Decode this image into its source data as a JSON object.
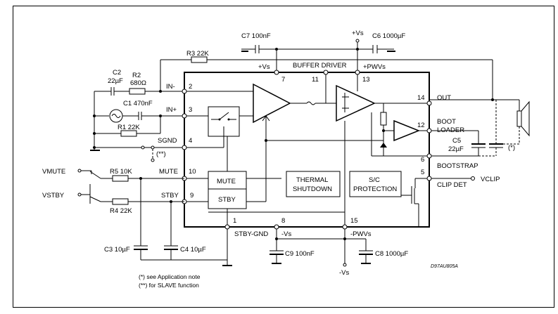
{
  "components": {
    "c7": "C7 100nF",
    "c6": "C6 1000µF",
    "vs_top": "+Vs",
    "r3": "R3 22K",
    "c2_name": "C2",
    "c2_val": "22µF",
    "r2_name": "R2",
    "r2_val": "680Ω",
    "c1": "C1 470nF",
    "r1": "R1 22K",
    "r5": "R5 10K",
    "r4": "R4 22K",
    "c3": "C3 10µF",
    "c4": "C4 10µF",
    "c9": "C9 100nF",
    "c8": "C8 1000µF",
    "c5_name": "C5",
    "c5_val": "22µF",
    "vs_bottom": "-Vs"
  },
  "pins": {
    "in_minus": "IN-",
    "in_plus": "IN+",
    "sgnd": "SGND",
    "slave_mark": "(**)",
    "mute": "MUTE",
    "stby": "STBY",
    "vs_plus": "+Vs",
    "buffer_driver": "BUFFER DRIVER",
    "pwvs_plus": "+PWVs",
    "out": "OUT",
    "boot_loader_1": "BOOT",
    "boot_loader_2": "LOADER",
    "bootstrap": "BOOTSTRAP",
    "clip_det": "CLIP DET",
    "vclip": "VCLIP",
    "stby_gnd": "STBY-GND",
    "vs_minus": "-Vs",
    "pwvs_minus": "-PWVs",
    "speaker_note": "(*)",
    "n1": "1",
    "n2": "2",
    "n3": "3",
    "n4": "4",
    "n5": "5",
    "n6": "6",
    "n7": "7",
    "n8": "8",
    "n9": "9",
    "n10": "10",
    "n11": "11",
    "n12": "12",
    "n13": "13",
    "n14": "14",
    "n15": "15"
  },
  "blocks": {
    "mute_block": "MUTE",
    "stby_block": "STBY",
    "thermal_1": "THERMAL",
    "thermal_2": "SHUTDOWN",
    "sc_1": "S/C",
    "sc_2": "PROTECTION"
  },
  "external": {
    "vmute": "VMUTE",
    "vstby": "VSTBY"
  },
  "notes": {
    "note1": "(*) see Application note",
    "note2": "(**) for SLAVE function",
    "drawing_code": "D97AU805A"
  }
}
